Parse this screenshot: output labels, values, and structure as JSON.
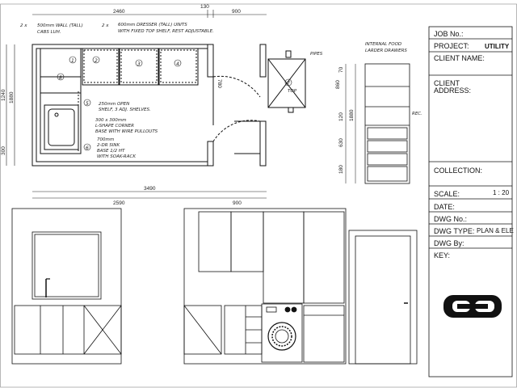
{
  "title_block": {
    "job_no_label": "JOB No.:",
    "project_label": "PROJECT:",
    "project_value": "UTILITY",
    "client_name_label": "CLIENT NAME:",
    "client_address_label": "CLIENT ADDRESS:",
    "client_address_line1": "CLIENT",
    "client_address_line2": "ADDRESS:",
    "collection_label": "COLLECTION:",
    "scale_label": "SCALE:",
    "scale_value": "1 : 20",
    "date_label": "DATE:",
    "dwg_no_label": "DWG No.:",
    "dwg_type_label": "DWG TYPE:",
    "dwg_type_value": "PLAN & ELE",
    "dwg_by_label": "DWG By:",
    "key_label": "KEY:"
  },
  "plan_dimensions": {
    "top_overall": "2460",
    "top_right_130": "130",
    "top_right_900": "900",
    "left_1240": "1240",
    "left_1880": "1880",
    "left_300": "300",
    "bottom_3490": "3490",
    "bottom_2590": "2590",
    "bottom_900": "900",
    "door_gap": "780"
  },
  "plan_notes": {
    "note1_qty": "2 x",
    "note1_line1": "500mm WALL (TALL)",
    "note1_line2": "CABS LUH.",
    "note2_qty": "2 x",
    "note2_line1": "600mm DRESSER (TALL) UNITS",
    "note2_line2": "WITH FIXED TOP SHELF, REST ADJUSTABLE.",
    "note3_line1": "250mm OPEN",
    "note3_line2": "SHELF, 3 ADJ. SHELVES.",
    "note4_line1": "300 x 300mm",
    "note4_line2": "L-SHAPE CORNER",
    "note4_line3": "BASE WITH WIRE PULLOUTS",
    "note5_line1": "700mm",
    "note5_line2": "2-DR SINK",
    "note5_line3": "BASE 1/2 HT",
    "note5_line4": "WITH SOAK-RACK",
    "pipes": "PIPES",
    "top_label": "TOP",
    "circle_numbers": [
      "1",
      "2",
      "3",
      "4",
      "5",
      "6",
      "7",
      "8"
    ]
  },
  "larder": {
    "title_line1": "INTERNAL FOOD",
    "title_line2": "LARDER DRAWERS",
    "dim_70": "70",
    "dim_860": "860",
    "dim_1880": "1880",
    "dim_120": "120",
    "dim_630": "630",
    "dim_180": "180",
    "rec_label": "REC."
  }
}
